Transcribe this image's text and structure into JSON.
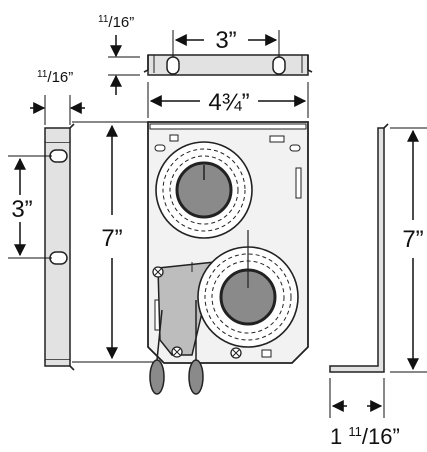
{
  "dimensions": {
    "top_spacer_height": {
      "whole": "",
      "num": "11",
      "den": "16",
      "quote": "”"
    },
    "top_bracket_holes": "3”",
    "plate_width": "4¾”",
    "side_bracket_gap": {
      "whole": "",
      "num": "11",
      "den": "16",
      "quote": "”"
    },
    "left_holes": "3”",
    "plate_height": "7”",
    "right_height": "7”",
    "right_foot": {
      "whole": "1",
      "num": "11",
      "den": "16",
      "quote": "”"
    }
  },
  "colors": {
    "line": "#222222",
    "panel_fill": "#f2f2f2",
    "bracket_fill": "#e2e2e2",
    "wheel_hub": "#8a8a8a",
    "shield": "#bdbdbd"
  },
  "icons": [
    "slot-hole-icon",
    "arrow-icon",
    "wheel-icon",
    "screw-icon",
    "spring-handle-icon"
  ]
}
